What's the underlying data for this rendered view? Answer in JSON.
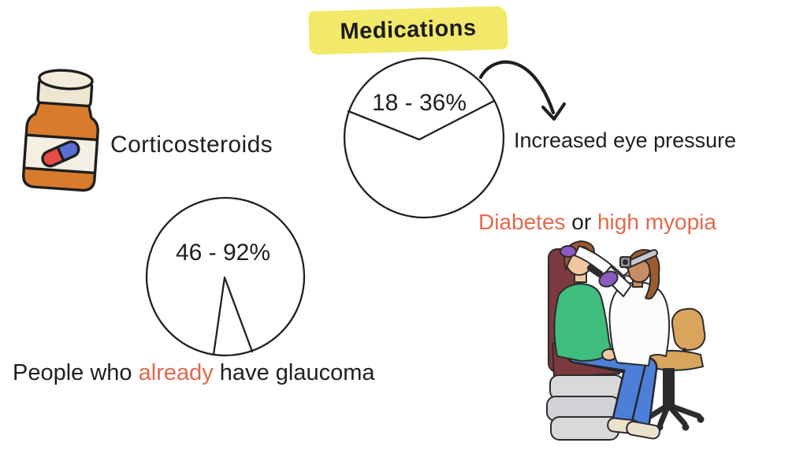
{
  "title": {
    "label": "Medications"
  },
  "labels": {
    "medication_class": "Corticosteroids",
    "effect": "Increased eye pressure"
  },
  "risk_phrase": {
    "diabetes": "Diabetes",
    "connector": " or ",
    "myopia": "high myopia"
  },
  "glaucoma_phrase": {
    "prefix": "People who ",
    "emphasis": "already",
    "suffix": " have glaucoma"
  },
  "pies": {
    "eye_pressure": {
      "value_label": "18 - 36%"
    },
    "existing_glaucoma": {
      "value_label": "46 - 92%"
    }
  },
  "colors": {
    "highlight_yellow": "#f2e96b",
    "accent_orange": "#e2694c",
    "ink": "#1f1f1f"
  },
  "chart_data": [
    {
      "type": "pie",
      "slices": [
        {
          "label": "18 - 36%",
          "approx_fraction": 0.35
        },
        {
          "label": "",
          "approx_fraction": 0.65
        }
      ],
      "annotation": "Increased eye pressure",
      "layout": "outlined circle, labeled slice on top, curved arrow to annotation"
    },
    {
      "type": "pie",
      "slices": [
        {
          "label": "46 - 92%",
          "approx_fraction": 0.93
        },
        {
          "label": "",
          "approx_fraction": 0.07
        }
      ],
      "annotation": "People who already have glaucoma",
      "layout": "outlined circle, labeled majority slice, small unmarked sliver at bottom"
    }
  ]
}
